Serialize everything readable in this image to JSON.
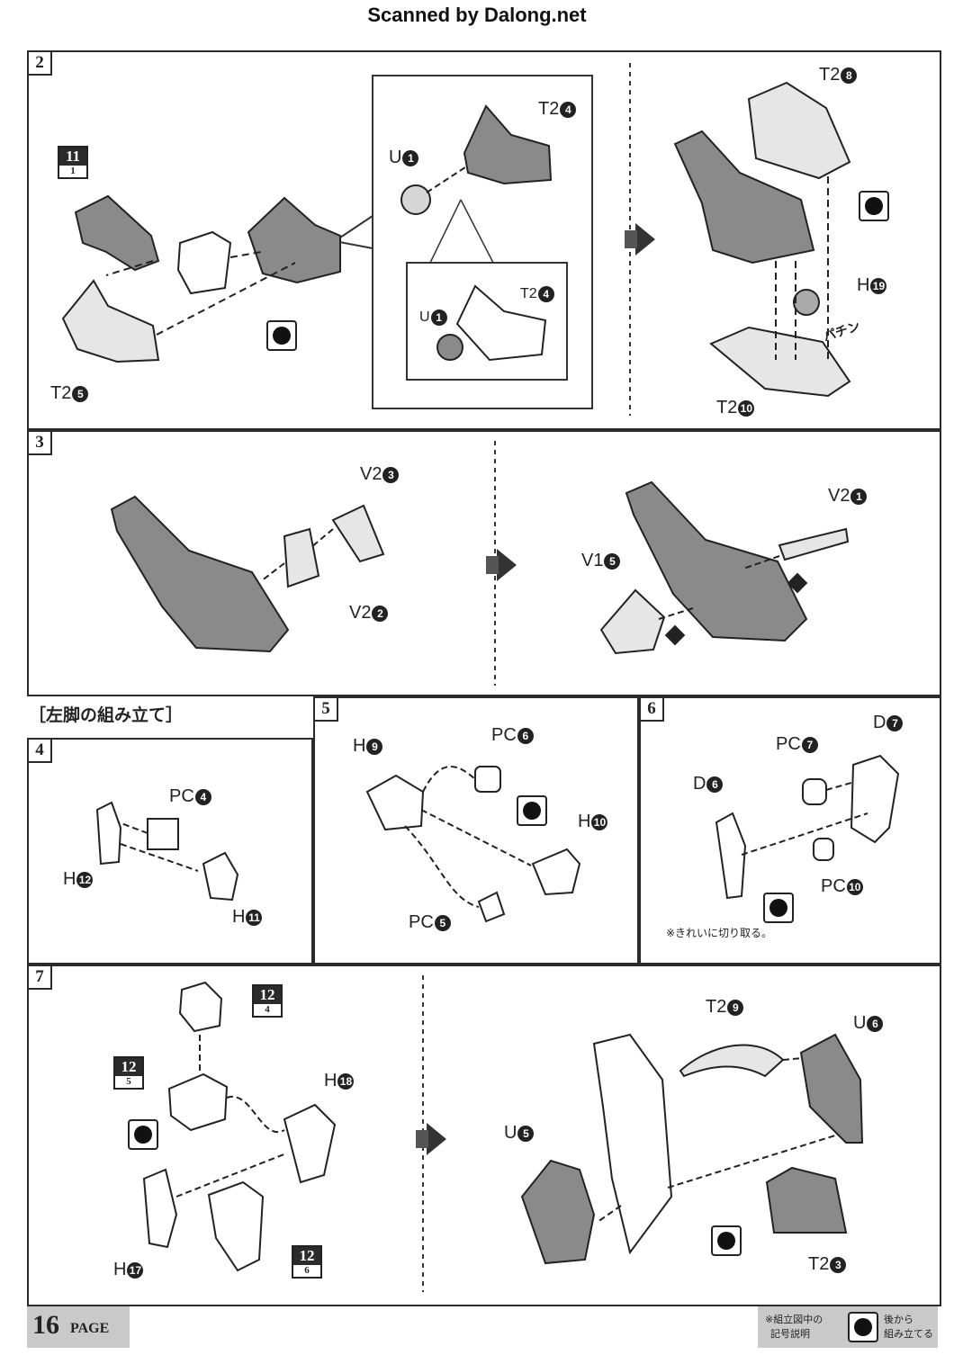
{
  "header": {
    "watermark": "Scanned by Dalong.net"
  },
  "steps": [
    {
      "id": "2",
      "labels": {
        "u1": "U",
        "u1n": "1",
        "t24": "T2",
        "t24n": "4",
        "ref": {
          "top": "11",
          "bottom": "1"
        },
        "t25": "T2",
        "t25n": "5",
        "u1b": "U",
        "u1bn": "1",
        "t24b": "T2",
        "t24bn": "4",
        "t28": "T2",
        "t28n": "8",
        "h19": "H",
        "h19n": "19",
        "t210": "T2",
        "t210n": "10",
        "pachin": "パチン"
      }
    },
    {
      "id": "3",
      "labels": {
        "v23": "V2",
        "v23n": "3",
        "v22": "V2",
        "v22n": "2",
        "v21": "V2",
        "v21n": "1",
        "v15": "V1",
        "v15n": "5"
      }
    },
    {
      "id": "4",
      "labels": {
        "pc4": "PC",
        "pc4n": "4",
        "h12": "H",
        "h12n": "12",
        "h11": "H",
        "h11n": "11"
      }
    },
    {
      "id": "5",
      "labels": {
        "h9": "H",
        "h9n": "9",
        "pc6": "PC",
        "pc6n": "6",
        "h10": "H",
        "h10n": "10",
        "pc5": "PC",
        "pc5n": "5"
      }
    },
    {
      "id": "6",
      "labels": {
        "pc7": "PC",
        "pc7n": "7",
        "d7": "D",
        "d7n": "7",
        "d6": "D",
        "d6n": "6",
        "pc10": "PC",
        "pc10n": "10",
        "note": "※きれいに切り取る。"
      }
    },
    {
      "id": "7",
      "labels": {
        "ref1": {
          "top": "12",
          "bottom": "4"
        },
        "ref2": {
          "top": "12",
          "bottom": "5"
        },
        "ref3": {
          "top": "12",
          "bottom": "6"
        },
        "h18": "H",
        "h18n": "18",
        "h17": "H",
        "h17n": "17",
        "t29": "T2",
        "t29n": "9",
        "u6": "U",
        "u6n": "6",
        "u5": "U",
        "u5n": "5",
        "t23": "T2",
        "t23n": "3"
      }
    }
  ],
  "section": {
    "left_leg": "［左脚の組み立て］"
  },
  "footer": {
    "page_num": "16",
    "page_label": "PAGE",
    "legend_title_1": "※組立図中の",
    "legend_title_2": "記号説明",
    "legend_desc_1": "後から",
    "legend_desc_2": "組み立てる"
  },
  "colors": {
    "line": "#2b2b2b",
    "part_gray": "#8a8a8a",
    "part_light": "#e6e6e6",
    "footer_bg": "#c9c9c9"
  }
}
